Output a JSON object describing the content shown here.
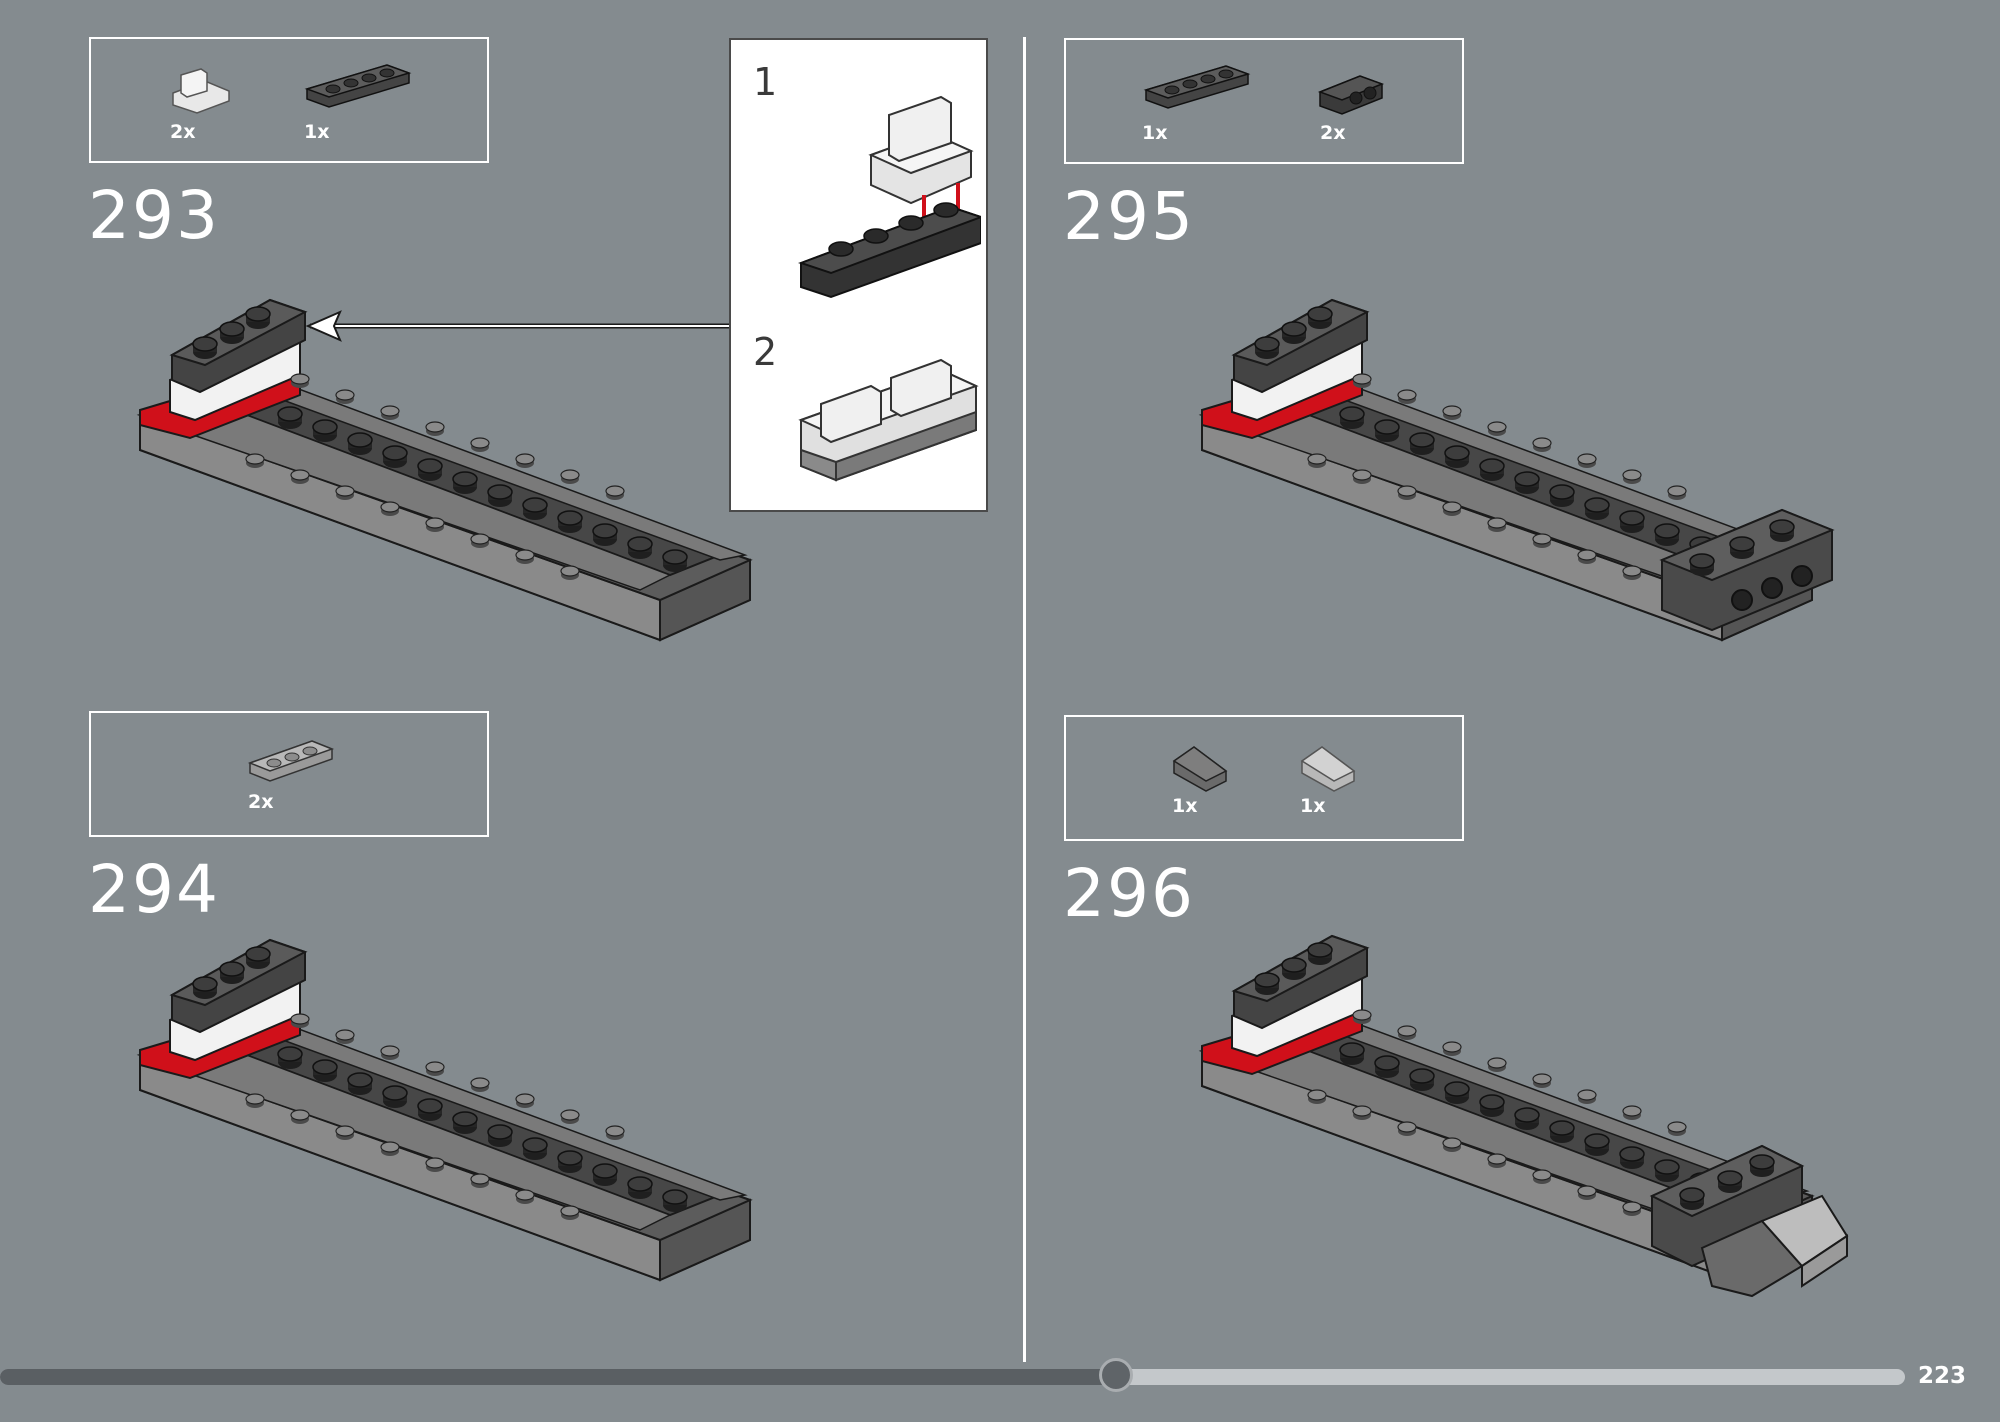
{
  "steps": [
    {
      "number": "293",
      "parts": [
        {
          "qty": "2x",
          "icon": "white-bracket-icon"
        },
        {
          "qty": "1x",
          "icon": "dark-plate-1x4-icon"
        }
      ]
    },
    {
      "number": "294",
      "parts": [
        {
          "qty": "2x",
          "icon": "light-plate-1x3-icon"
        }
      ]
    },
    {
      "number": "295",
      "parts": [
        {
          "qty": "1x",
          "icon": "dark-plate-1x4-icon"
        },
        {
          "qty": "2x",
          "icon": "bracket-side-studs-icon"
        }
      ]
    },
    {
      "number": "296",
      "parts": [
        {
          "qty": "1x",
          "icon": "dark-slope-icon"
        },
        {
          "qty": "1x",
          "icon": "light-slope-icon"
        }
      ]
    }
  ],
  "callout": {
    "substeps": [
      "1",
      "2"
    ]
  },
  "footer": {
    "page_number": "223",
    "progress": 0.586
  },
  "colors": {
    "background": "#848b8f",
    "accent_red": "#d0101a",
    "frame": "#ffffff"
  }
}
